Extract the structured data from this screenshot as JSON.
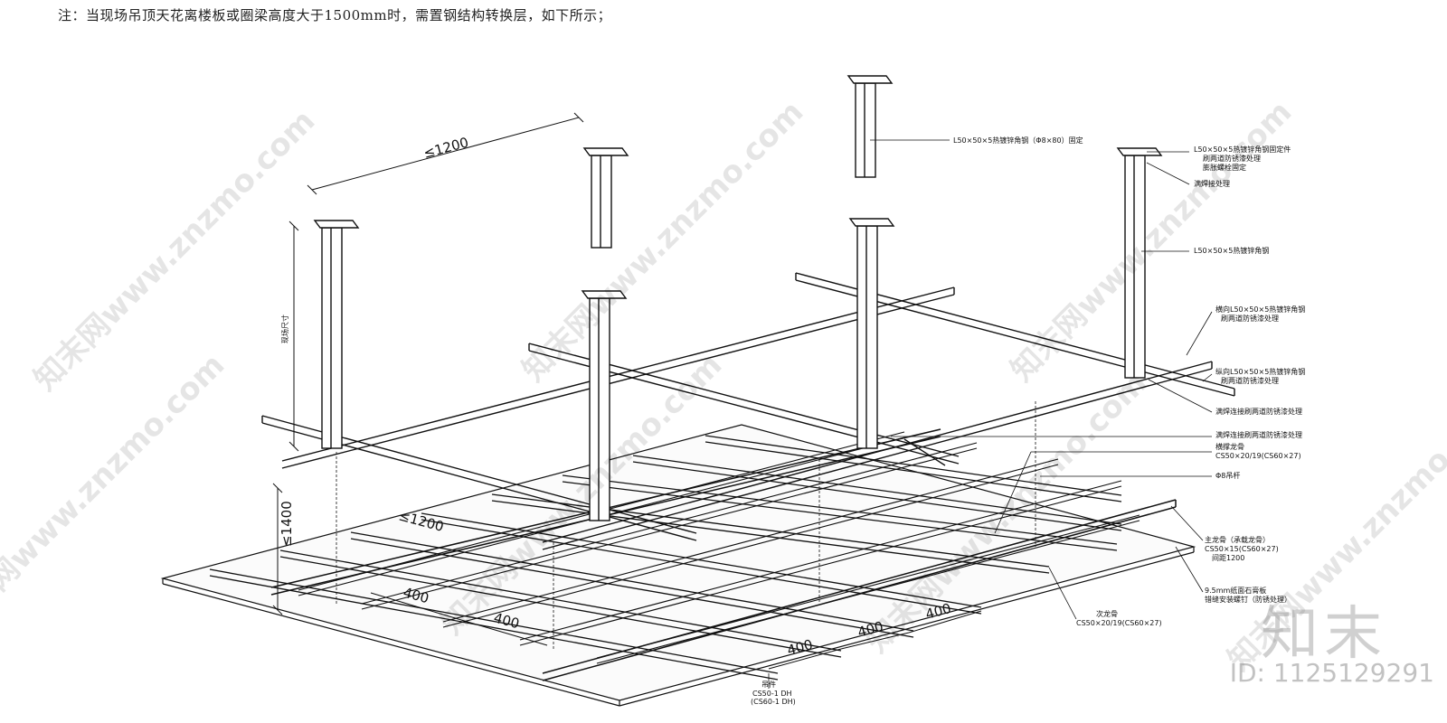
{
  "note": "注：当现场吊顶天花离楼板或圈梁高度大于1500mm时，需置钢结构转换层，如下所示；",
  "dimensions": {
    "top_span": "≤1200",
    "mid_span": "≤1200",
    "vertical_1400": "≤1400",
    "site_size": "现场尺寸",
    "spacing_a": "400",
    "spacing_b": "400",
    "spacing_c": "400",
    "spacing_d": "400",
    "spacing_e": "400"
  },
  "annotations": {
    "a1": "L50×50×5热镀锌角钢（Φ8×80）固定",
    "a2_l1": "L50×50×5热镀锌角钢固定件",
    "a2_l2": "刷两道防锈漆处理",
    "a2_l3": "膨胀螺栓固定",
    "a3": "满焊接处理",
    "a4": "L50×50×5热镀锌角钢",
    "a5_l1": "横向L50×50×5热镀锌角钢",
    "a5_l2": "刷两道防锈漆处理",
    "a6_l1": "纵向L50×50×5热镀锌角钢",
    "a6_l2": "刷两道防锈漆处理",
    "a7": "满焊连接刷两道防锈漆处理",
    "a8": "满焊连接刷两道防锈漆处理",
    "a9_l1": "横撑龙骨",
    "a9_l2": "CS50×20/19(CS60×27)",
    "a10": "Φ8吊杆",
    "a11_l1": "主龙骨（承载龙骨）",
    "a11_l2": "CS50×15(CS60×27)",
    "a11_l3": "间距1200",
    "a12_l1": "9.5mm纸面石膏板",
    "a12_l2": "错缝安装螺钉（防锈处理）",
    "a13_l1": "次龙骨",
    "a13_l2": "CS50×20/19(CS60×27)",
    "a14_l1": "吊件",
    "a14_l2": "CS50-1 DH",
    "a14_l3": "(CS60-1 DH)"
  },
  "watermarks": {
    "text": "知末网www.znzmo.com",
    "brand": "知末",
    "id": "ID: 1125129291"
  }
}
